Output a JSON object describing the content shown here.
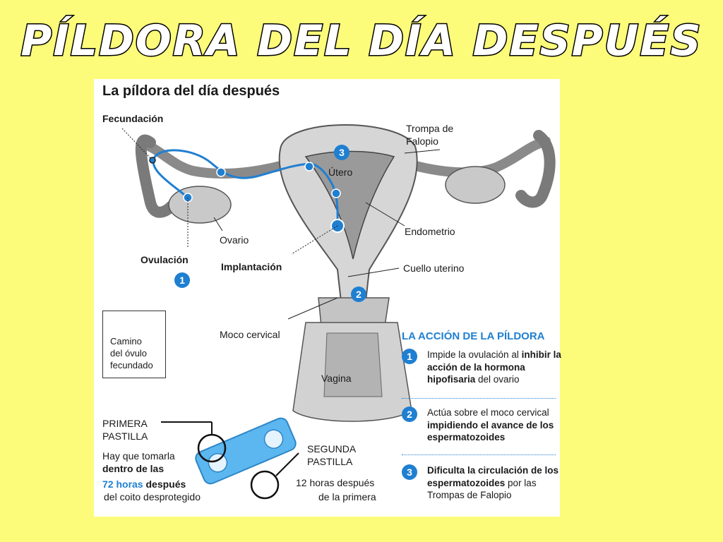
{
  "page_title": "PÍLDORA DEL DÍA DESPUÉS",
  "panel_title": "La píldora del día después",
  "labels": {
    "fecundacion": "Fecundación",
    "trompa": [
      "Trompa de",
      "Falopio"
    ],
    "utero": "Útero",
    "ovario": "Ovario",
    "endometrio": "Endometrio",
    "ovulacion": "Ovulación",
    "implantacion": "Implantación",
    "cuello": "Cuello uterino",
    "moco": "Moco cervical",
    "vagina": "Vagina"
  },
  "markers": {
    "one": "1",
    "two": "2",
    "three": "3"
  },
  "legend": [
    "Camino",
    "del óvulo",
    "fecundado"
  ],
  "primera": {
    "title": [
      "PRIMERA",
      "PASTILLA"
    ],
    "line1": "Hay que tomarla",
    "line2": "dentro de las",
    "line3_highlight": "72 horas",
    "line3_rest": " después",
    "line4": "del coito desprotegido"
  },
  "segunda": {
    "title": [
      "SEGUNDA",
      "PASTILLA"
    ],
    "line1": "12 horas después",
    "line2": "de la primera"
  },
  "action": {
    "title": "LA ACCIÓN DE LA PÍLDORA",
    "items": [
      {
        "num": "1",
        "parts": [
          [
            "Impide la ovulación al ",
            false
          ],
          [
            "inhibir la acción de la hormona hipofisaria",
            true
          ],
          [
            " del ovario",
            false
          ]
        ]
      },
      {
        "num": "2",
        "parts": [
          [
            "Actúa sobre el moco cervical ",
            false
          ],
          [
            "impidiendo el avance de los espermatozoides",
            true
          ]
        ]
      },
      {
        "num": "3",
        "parts": [
          [
            "Dificulta la circulación de los espermatozoides",
            true
          ],
          [
            " por las Trompas de Falopio",
            false
          ]
        ]
      }
    ]
  },
  "colors": {
    "background": "#fdfc7a",
    "accent": "#1f7fd1",
    "pill": "#5cb6ef"
  }
}
